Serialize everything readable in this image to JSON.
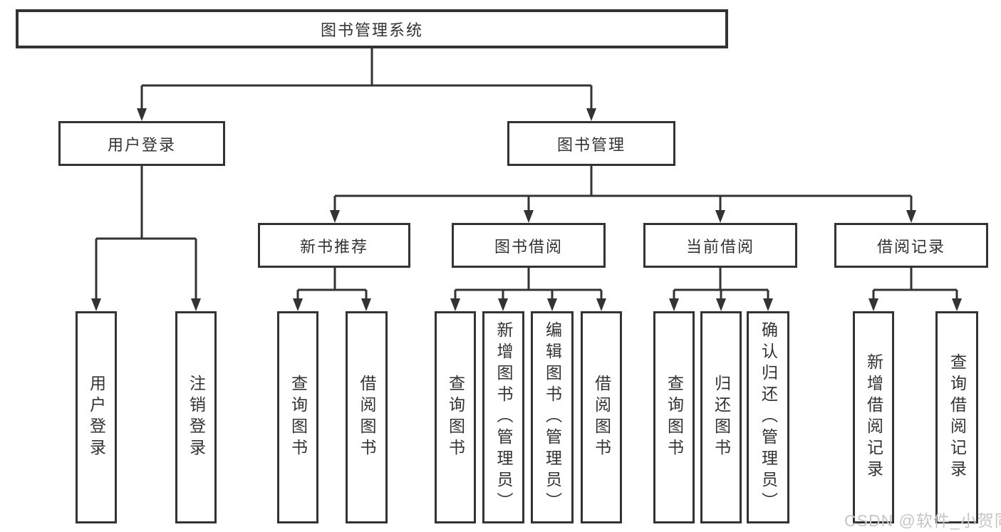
{
  "tree": {
    "root": {
      "label": "图书管理系统"
    },
    "branches": [
      {
        "label": "用户登录",
        "leaves": [
          {
            "label": "用户登录"
          },
          {
            "label": "注销登录"
          }
        ]
      },
      {
        "label": "图书管理",
        "groups": [
          {
            "label": "新书推荐",
            "leaves": [
              {
                "label": "查询图书"
              },
              {
                "label": "借阅图书"
              }
            ]
          },
          {
            "label": "图书借阅",
            "leaves": [
              {
                "label": "查询图书"
              },
              {
                "label": "新增图书（管理员）"
              },
              {
                "label": "编辑图书（管理员）"
              },
              {
                "label": "借阅图书"
              }
            ]
          },
          {
            "label": "当前借阅",
            "leaves": [
              {
                "label": "查询图书"
              },
              {
                "label": "归还图书"
              },
              {
                "label": "确认归还（管理员）"
              }
            ]
          },
          {
            "label": "借阅记录",
            "leaves": [
              {
                "label": "新增借阅记录"
              },
              {
                "label": "查询借阅记录"
              }
            ]
          }
        ]
      }
    ]
  },
  "watermark": {
    "text": "CSDN @软件_小贺同学"
  },
  "colors": {
    "line": "#333333",
    "box_background": "#ffffff",
    "text": "#333333",
    "watermark_text": "#c6c6c6"
  }
}
